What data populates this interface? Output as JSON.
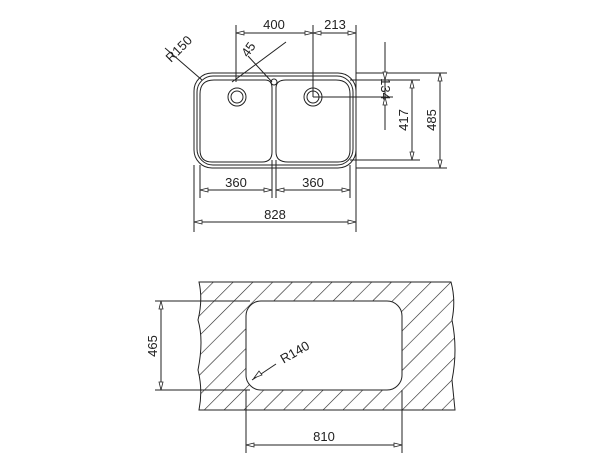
{
  "top_view": {
    "overall_width": "828",
    "overall_depth": "485",
    "bowl_width_left": "360",
    "bowl_width_right": "360",
    "bowl_depth": "417",
    "drain_spacing": "400",
    "drain_to_edge": "213",
    "drain_from_edge": "134",
    "corner_radius": "R150",
    "overflow_angle": "45"
  },
  "cutout_view": {
    "cutout_depth": "465",
    "cutout_width": "810",
    "corner_radius": "R140"
  }
}
